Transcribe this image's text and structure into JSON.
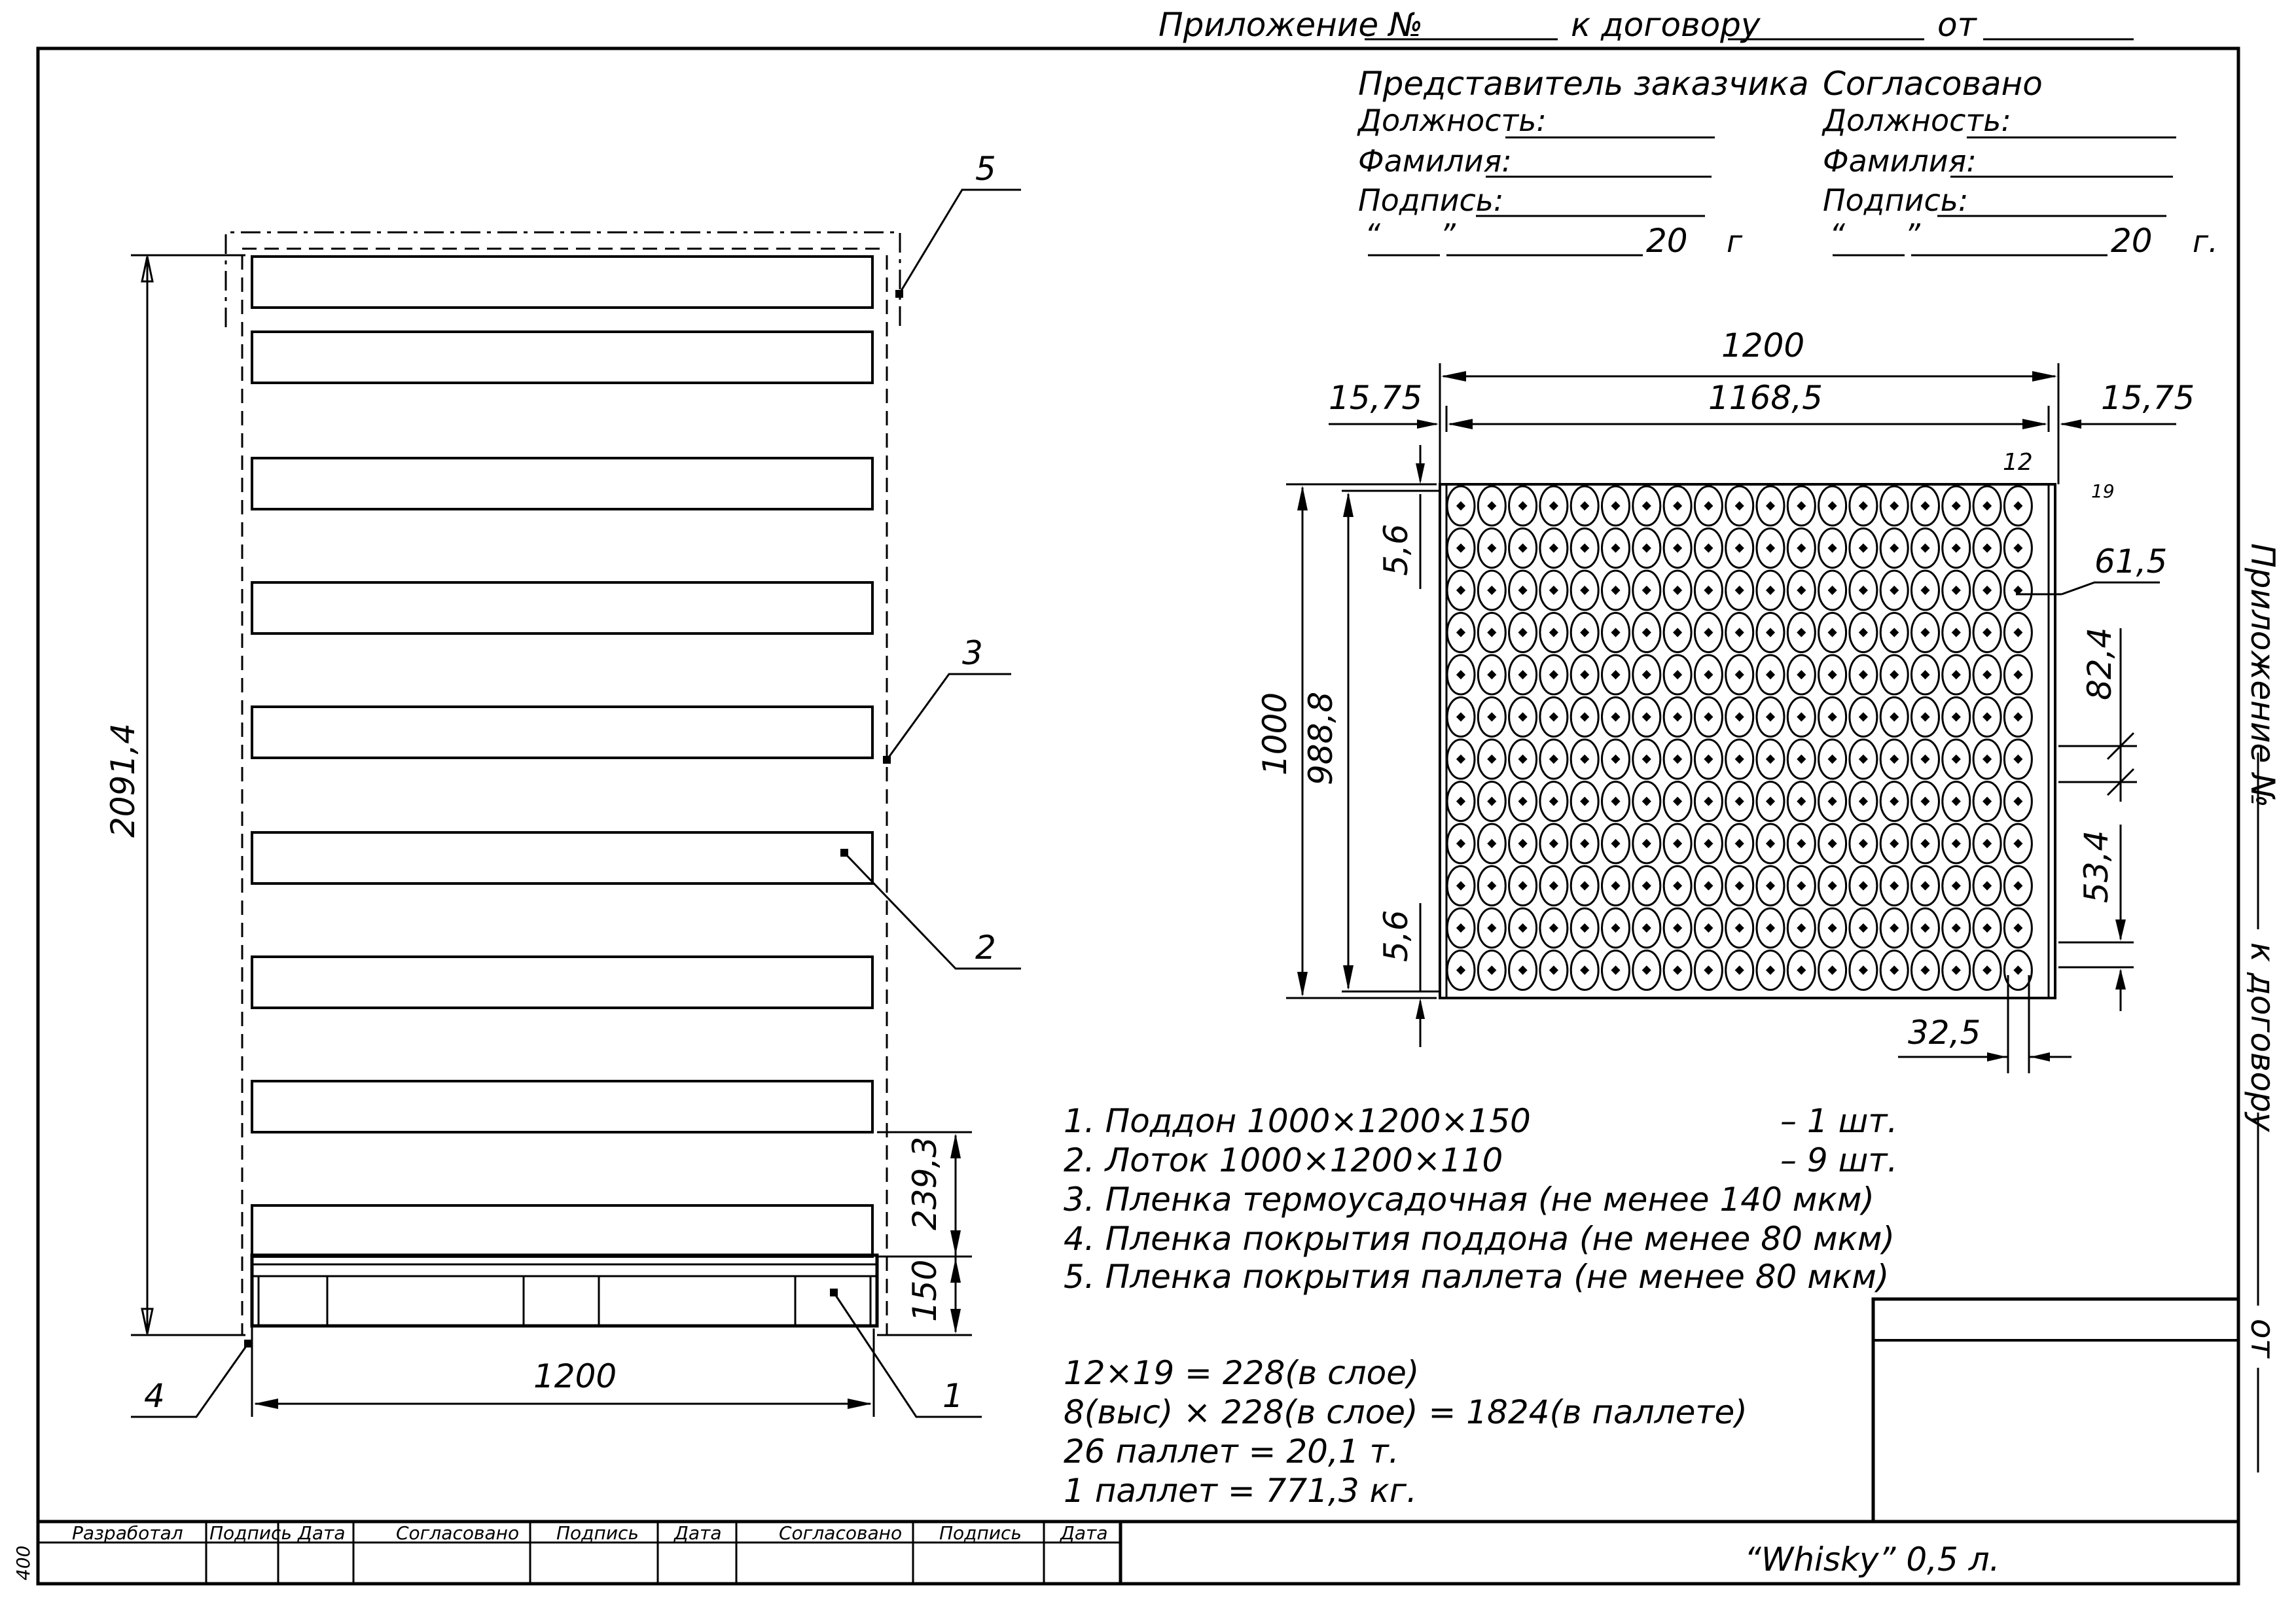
{
  "header": {
    "appendix": "Приложение №",
    "to_contract": "к договору",
    "from": "от"
  },
  "approval": {
    "customer_title": "Представитель заказчика",
    "agreed_title": "Согласовано",
    "position": "Должность:",
    "surname": "Фамилия:",
    "signature": "Подпись:",
    "quote": "“",
    "quote_close": "”",
    "year": "20",
    "year_suffix": "г",
    "year_suffix_dot": "г."
  },
  "side_view": {
    "height": "2091,4",
    "width": "1200",
    "layer_h": "239,3",
    "pallet_h": "150",
    "callouts": [
      "1",
      "2",
      "3",
      "4",
      "5"
    ]
  },
  "top_view": {
    "width_total": "1200",
    "width_inner": "1168,5",
    "margin_left": "15,75",
    "margin_right": "15,75",
    "height_total": "1000",
    "height_inner": "988,8",
    "gap_top": "5,6",
    "gap_bottom": "5,6",
    "cols_label": "12",
    "rows_label": "19",
    "bottle_d": "61,5",
    "pitch_a": "82,4",
    "pitch_b": "53,4",
    "offset": "32,5",
    "grid_cols": 19,
    "grid_rows": 12
  },
  "spec": {
    "items": [
      "1.  Поддон 1000×1200×150",
      "2.  Лоток 1000×1200×110",
      "3.  Пленка термоусадочная (не менее 140 мкм)",
      "4.  Пленка покрытия поддона (не менее 80 мкм)",
      "5.  Пленка покрытия паллета (не менее 80 мкм)"
    ],
    "qty": [
      "–  1 шт.",
      "–  9 шт."
    ]
  },
  "calc": {
    "lines": [
      "12×19 = 228(в слое)",
      "8(выс) × 228(в слое) = 1824(в паллете)",
      "26 паллет = 20,1 т.",
      "1 паллет = 771,3 кг."
    ]
  },
  "title_block": {
    "developed": "Разработал",
    "signature": "Подпись",
    "date": "Дата",
    "agreed": "Согласовано",
    "product": "“Whisky”  0,5 л.",
    "margin_mark": "400"
  },
  "side_note": {
    "appendix": "Приложение №",
    "to_contract": "к договору",
    "from": "от"
  }
}
